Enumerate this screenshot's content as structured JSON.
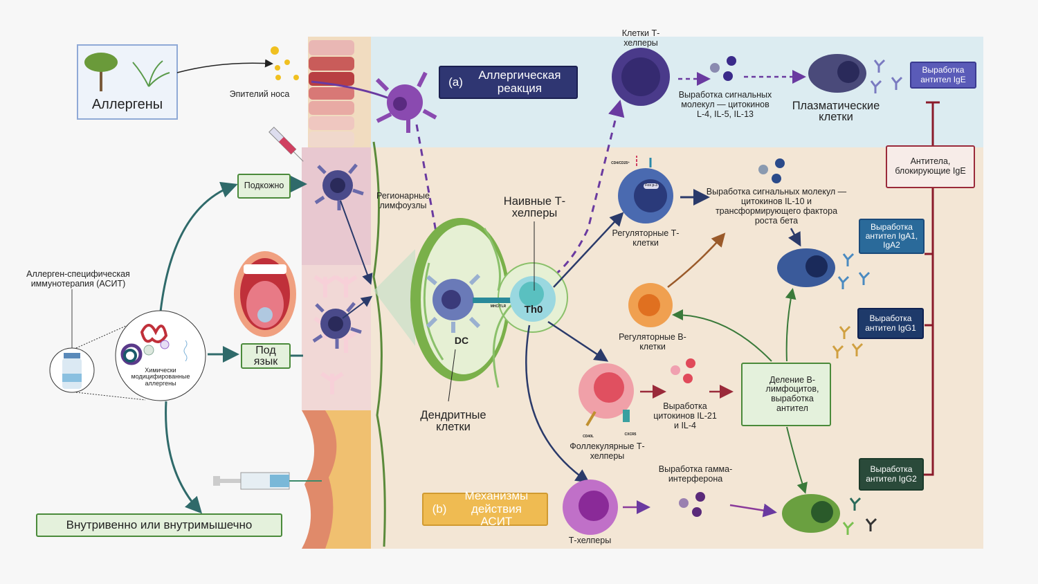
{
  "allergens": {
    "label": "Аллергены"
  },
  "nasal_epithelium": "Эпителий носа",
  "panel_a": {
    "letter": "(a)",
    "title": "Аллергическая реакция"
  },
  "panel_b": {
    "letter": "(b)",
    "title": "Механизмы действия АСИТ"
  },
  "th_cells_top": "Клетки Т-хелперы",
  "cytokines_th2": "Выработка сигнальных молекул — цитокинов L-4, IL-5, IL-13",
  "plasma_cells": "Плазматические клетки",
  "ige_production": "Выработка антител IgE",
  "ige_blocking": "Антитела, блокирующие IgE",
  "subcutaneous": "Подкожно",
  "regional_lymph": "Регионарные лимфоузлы",
  "naive_th": "Наивные Т-хелперы",
  "treg": "Регуляторные Т-клетки",
  "treg_cytokines": "Выработка сигнальных молекул — цитокинов IL-10 и трансформирующего фактора роста бета",
  "iga": "Выработка антител IgA1, IgA2",
  "asit": "Аллерген-специфическая иммунотерапия (АСИТ)",
  "modified_allergens": "Химически модицифированные аллергены",
  "sublingual": "Под язык",
  "breg": "Регуляторные В-клетки",
  "igg1": "Выработка антител IgG1",
  "b_division": "Деление В-лимфоцитов, выработка антител",
  "tfh_cytokines": "Выработка цитокинов IL-21 и IL-4",
  "dendritic": "Дендритные клетки",
  "tfh": "Фоллекулярные Т-хелперы",
  "igg2": "Выработка антител IgG2",
  "ifn": "Выработка гамма-интерферона",
  "iv_im": "Внутривенно или внутримышечно",
  "th_bottom": "Т-хелперы",
  "small": {
    "cd4": "CD4/CD25⁺",
    "foxp3": "Fox p-3",
    "mhc": "MHC/TLR",
    "cd40l": "CD40L",
    "cxcr5": "CXCR5",
    "th0": "Th0",
    "dc": "DC"
  },
  "colors": {
    "top_band": "#dcecf1",
    "bottom_band": "#f3e6d5",
    "panel_a": "#2f3672",
    "panel_b": "#efbb52",
    "green_box": "#e4f1dc"
  }
}
